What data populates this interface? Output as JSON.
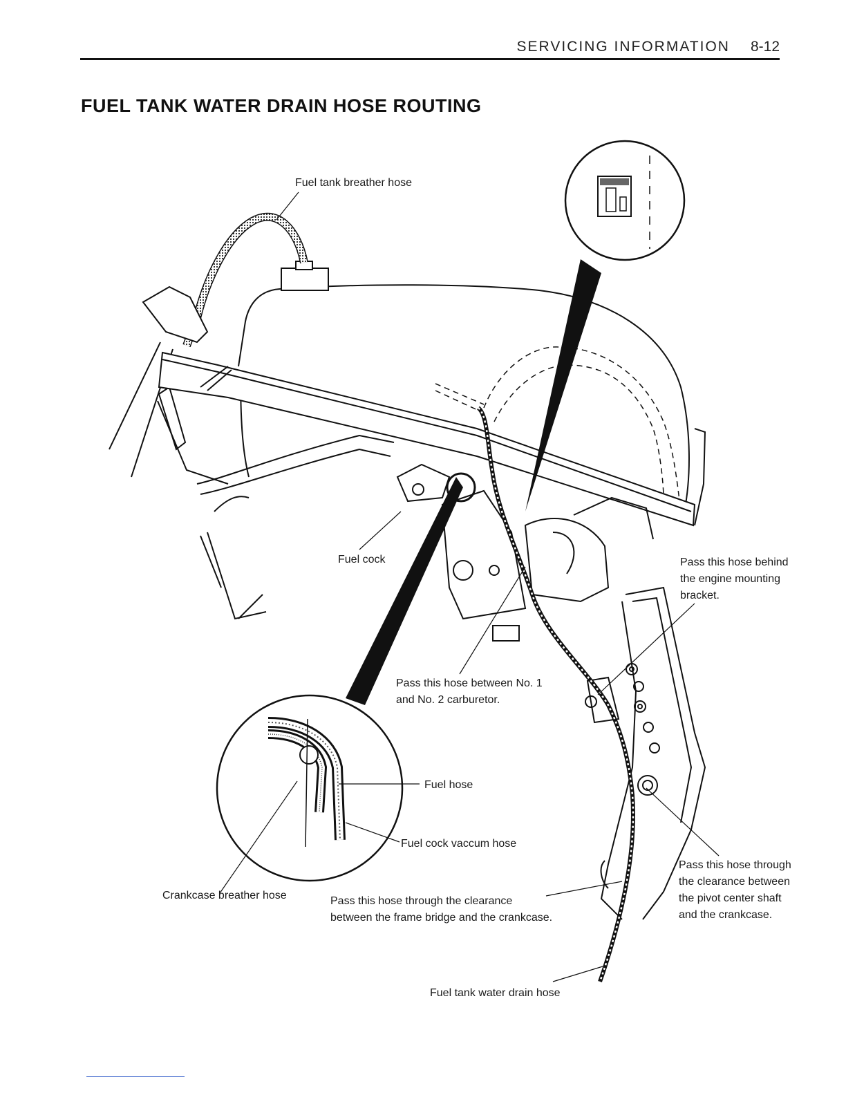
{
  "header": {
    "section": "SERVICING INFORMATION",
    "page_number": "8-12"
  },
  "title": "FUEL TANK WATER DRAIN HOSE ROUTING",
  "labels": {
    "fuel_tank_breather_hose": "Fuel tank breather hose",
    "fuel_cock": "Fuel cock",
    "pass_behind_bracket": [
      "Pass this hose behind",
      "the engine mounting",
      "bracket."
    ],
    "pass_between_carburetors": [
      "Pass this hose between No. 1",
      "and No. 2 carburetor."
    ],
    "fuel_hose": "Fuel hose",
    "fuel_cock_vacuum_hose": "Fuel cock vaccum hose",
    "crankcase_breather_hose": "Crankcase breather hose",
    "pass_frame_bridge": [
      "Pass this hose through the clearance",
      "between the frame bridge and the crankcase."
    ],
    "pass_pivot_shaft": [
      "Pass this hose through",
      "the clearance between",
      "the pivot center shaft",
      "and the crankcase."
    ],
    "fuel_tank_water_drain_hose": "Fuel tank water drain hose"
  }
}
